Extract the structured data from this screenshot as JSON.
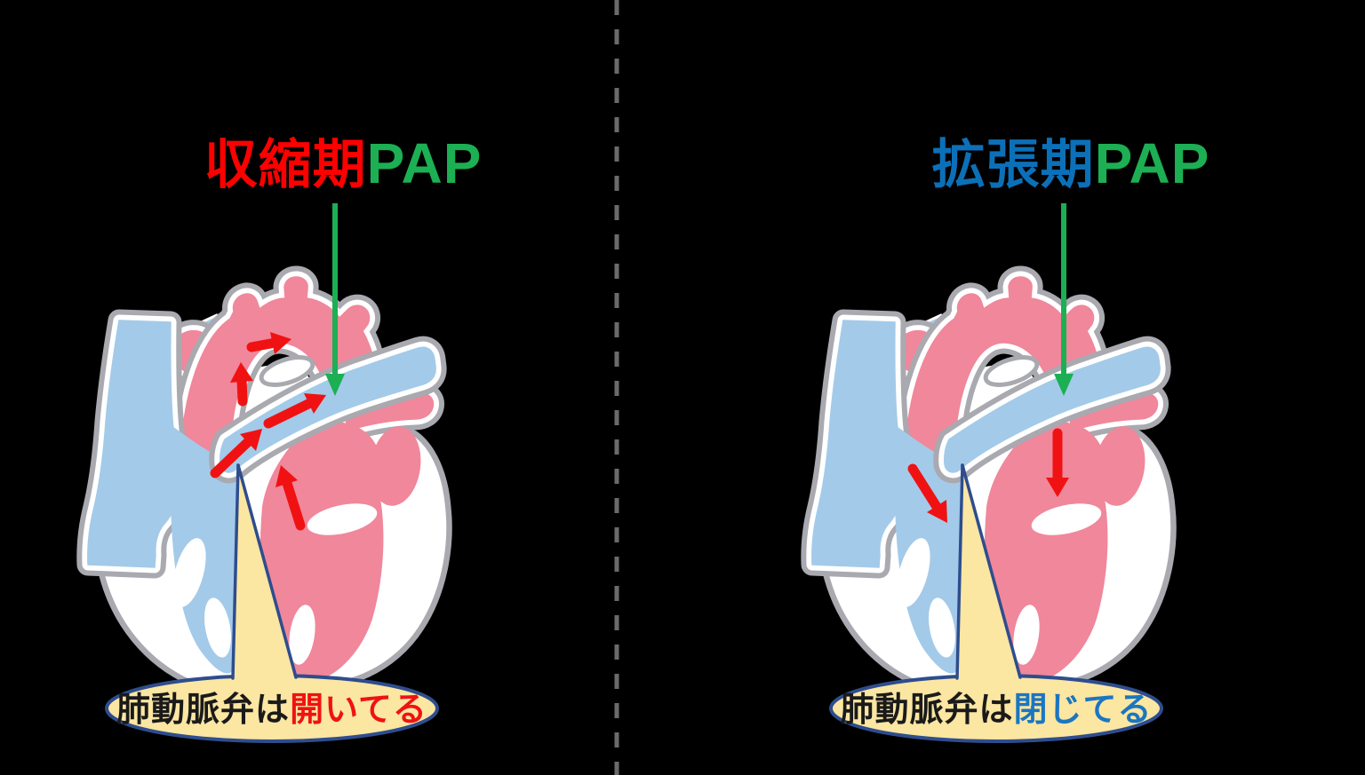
{
  "figure": {
    "background_color": "#000000",
    "divider": {
      "color": "#6B6B6B",
      "style": "dashed-vertical"
    }
  },
  "left_panel": {
    "title": {
      "phase_text": "収縮期",
      "phase_color": "#FF0000",
      "pap_text": "PAP",
      "pap_color": "#1CAF54"
    },
    "pap_arrow_color": "#1CAF54",
    "flow_arrow_color": "#F01212",
    "flow_arrow_count": 5,
    "callout": {
      "prefix_text": "肺動脈弁は",
      "prefix_color": "#1A1A1A",
      "state_text": "開いてる",
      "state_color": "#F01212",
      "fill": "#FBE6A2",
      "border": "#2E4D8E"
    }
  },
  "right_panel": {
    "title": {
      "phase_text": "拡張期",
      "phase_color": "#0C70B8",
      "pap_text": "PAP",
      "pap_color": "#1CAF54"
    },
    "pap_arrow_color": "#1CAF54",
    "flow_arrow_color": "#F01212",
    "flow_arrow_count": 2,
    "callout": {
      "prefix_text": "肺動脈弁は",
      "prefix_color": "#1A1A1A",
      "state_text": "閉じてる",
      "state_color": "#1B76C0",
      "fill": "#FBE6A2",
      "border": "#2E4D8E"
    }
  },
  "heart_palette": {
    "venous_blue": "#A3CAE9",
    "arterial_pink": "#F0879B",
    "outline_gray": "#A9A9B0",
    "chamber_white": "#FFFFFF"
  }
}
